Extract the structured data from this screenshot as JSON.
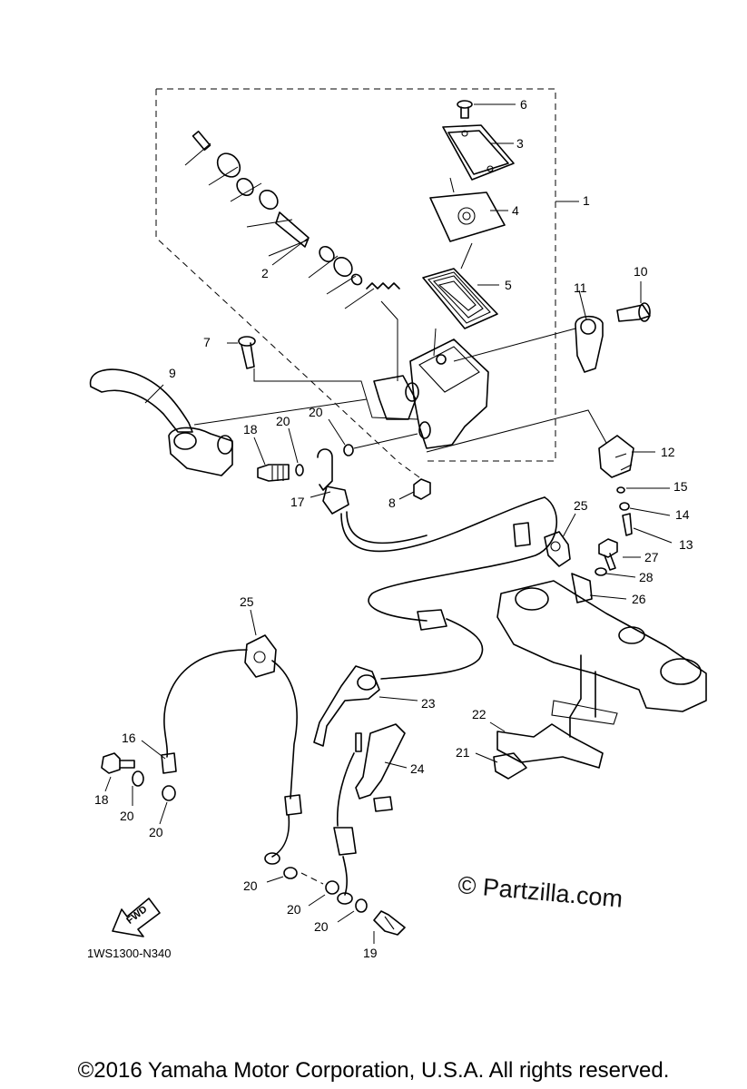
{
  "diagram": {
    "callouts": {
      "p1": "1",
      "p2": "2",
      "p3": "3",
      "p4": "4",
      "p5": "5",
      "p6": "6",
      "p7": "7",
      "p8": "8",
      "p9": "9",
      "p10": "10",
      "p11": "11",
      "p12": "12",
      "p13": "13",
      "p14": "14",
      "p15": "15",
      "p16": "16",
      "p17": "17",
      "p18a": "18",
      "p18b": "18",
      "p19": "19",
      "p20a": "20",
      "p20b": "20",
      "p20c": "20",
      "p20d": "20",
      "p20e": "20",
      "p20f": "20",
      "p20g": "20",
      "p21": "21",
      "p22": "22",
      "p23": "23",
      "p24": "24",
      "p25a": "25",
      "p25b": "25",
      "p26": "26",
      "p27": "27",
      "p28": "28"
    },
    "fwd_label": "FWD",
    "drawing_code": "1WS1300-N340"
  },
  "watermark": "© Partzilla.com",
  "footer": "©2016 Yamaha Motor Corporation, U.S.A. All rights reserved."
}
